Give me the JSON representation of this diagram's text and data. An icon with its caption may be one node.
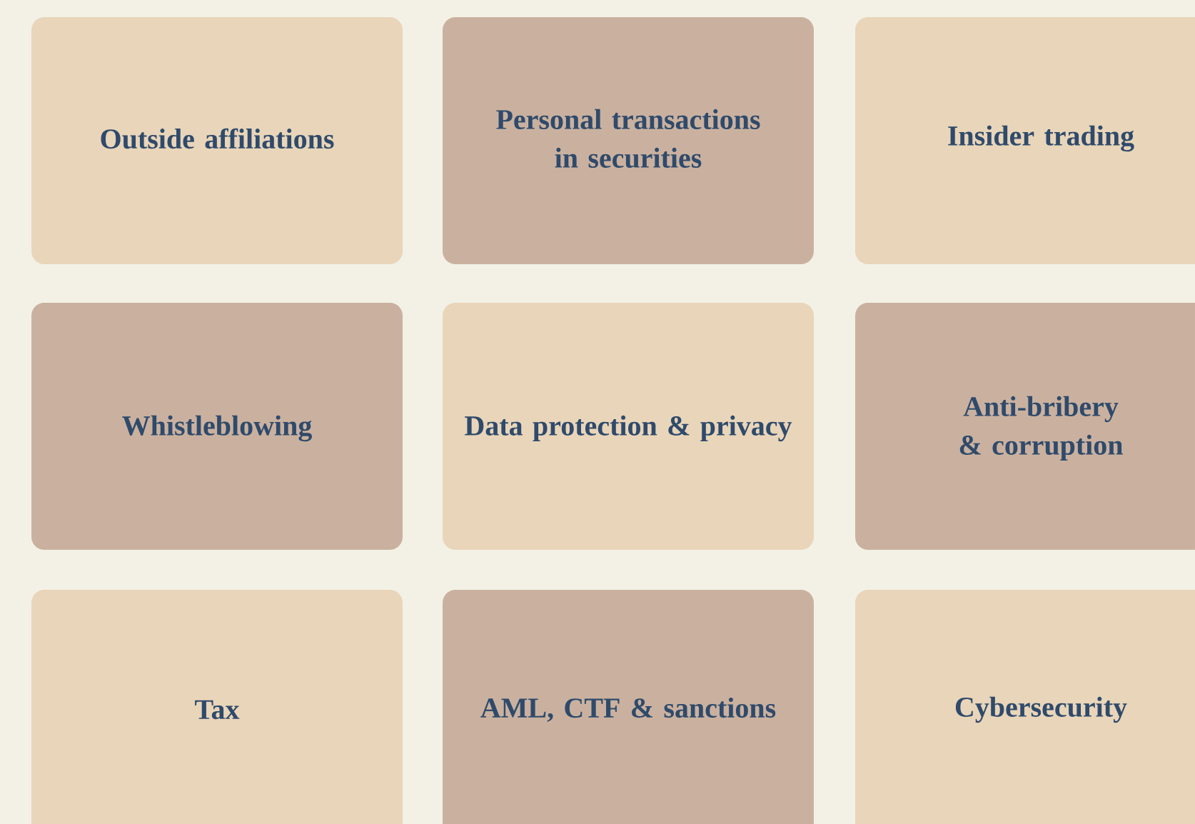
{
  "diagram": {
    "nodes": [
      {
        "text": [
          "Outside affiliations"
        ]
      },
      {
        "text": [
          "Personal transactions in securities"
        ]
      },
      {
        "text": [
          "Insider trading"
        ]
      },
      {
        "text": [
          "Whistleblowing"
        ]
      },
      {
        "text": [
          "Data protection & privacy"
        ]
      },
      {
        "text": [
          "Anti-bribery & corruption"
        ]
      },
      {
        "text": [
          "Tax"
        ]
      },
      {
        "text": [
          "AML, CTF & sanctions"
        ]
      },
      {
        "text": [
          "Cybersecurity"
        ]
      }
    ]
  }
}
